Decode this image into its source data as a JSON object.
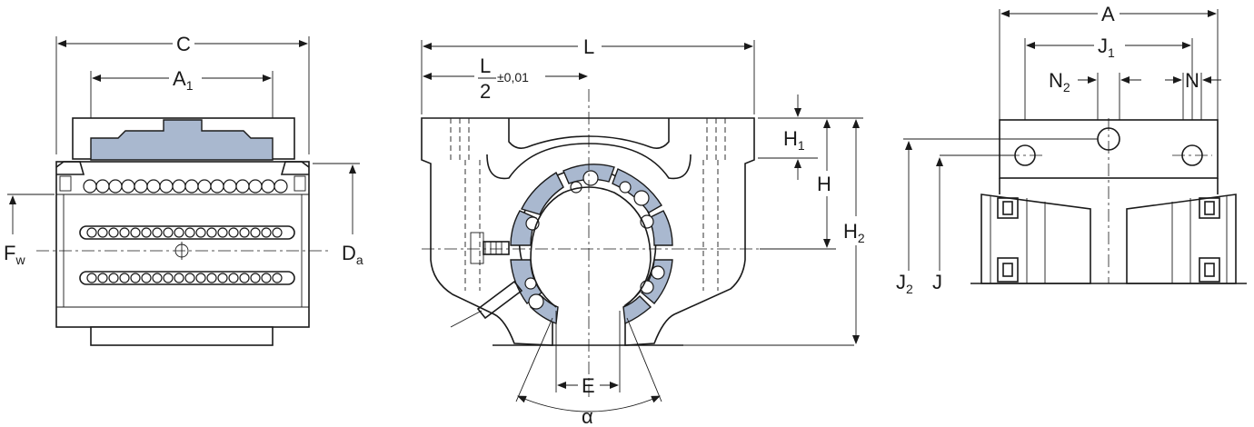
{
  "colors": {
    "line": "#1a1a1a",
    "highlight": "#a9b8cf",
    "background": "#ffffff"
  },
  "labels": {
    "C": "C",
    "A1_main": "A",
    "A1_sub": "1",
    "Fw_main": "F",
    "Fw_sub": "w",
    "Da_main": "D",
    "Da_sub": "a",
    "L": "L",
    "L2_num": "L",
    "L2_den": "2",
    "L2_tol": "±0,01",
    "H1_main": "H",
    "H1_sub": "1",
    "H": "H",
    "H2_main": "H",
    "H2_sub": "2",
    "E": "E",
    "alpha": "α",
    "A": "A",
    "J1_main": "J",
    "J1_sub": "1",
    "N2_main": "N",
    "N2_sub": "2",
    "N": "N",
    "J2_main": "J",
    "J2_sub": "2",
    "J": "J"
  }
}
